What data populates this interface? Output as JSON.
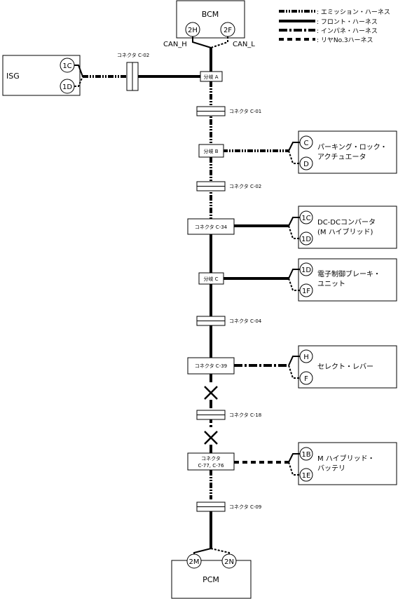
{
  "legend": {
    "emission": ": エミッション・ハーネス",
    "front": ": フロント・ハーネス",
    "ipanel": ": インパネ・ハーネス",
    "rear": ": リヤNo.3ハーネス"
  },
  "bcm": {
    "label": "BCM",
    "pin_h": "2H",
    "pin_l": "2F",
    "can_h": "CAN_H",
    "can_l": "CAN_L"
  },
  "isg": {
    "label": "ISG",
    "pin_1": "1C",
    "pin_2": "1D",
    "connector": "コネクタ C-02"
  },
  "junctions": {
    "a": "分岐 A",
    "b": "分岐 B",
    "c": "分岐 C"
  },
  "connectors": {
    "c01": "コネクタ C-01",
    "c02": "コネクタ C-02",
    "c34": "コネクタ C-34",
    "c04": "コネクタ C-04",
    "c39": "コネクタ C-39",
    "c18": "コネクタ C-18",
    "c77_line1": "コネクタ",
    "c77_line2": "C-77, C-76",
    "c09": "コネクタ C-09"
  },
  "devices": {
    "parking": {
      "line1": "パーキング・ロック・",
      "line2": "アクチュエータ",
      "pin_1": "C",
      "pin_2": "D"
    },
    "dcdc": {
      "line1": "DC-DCコンバータ",
      "line2": "(M ハイブリッド)",
      "pin_1": "1C",
      "pin_2": "1D"
    },
    "brake": {
      "line1": "電子制御ブレーキ・",
      "line2": "ユニット",
      "pin_1": "1D",
      "pin_2": "1F"
    },
    "select": {
      "line1": "セレクト・レバー",
      "pin_1": "H",
      "pin_2": "F"
    },
    "battery": {
      "line1": "M ハイブリッド・",
      "line2": "バッテリ",
      "pin_1": "1B",
      "pin_2": "1E"
    }
  },
  "pcm": {
    "label": "PCM",
    "pin_1": "2M",
    "pin_2": "2N"
  }
}
